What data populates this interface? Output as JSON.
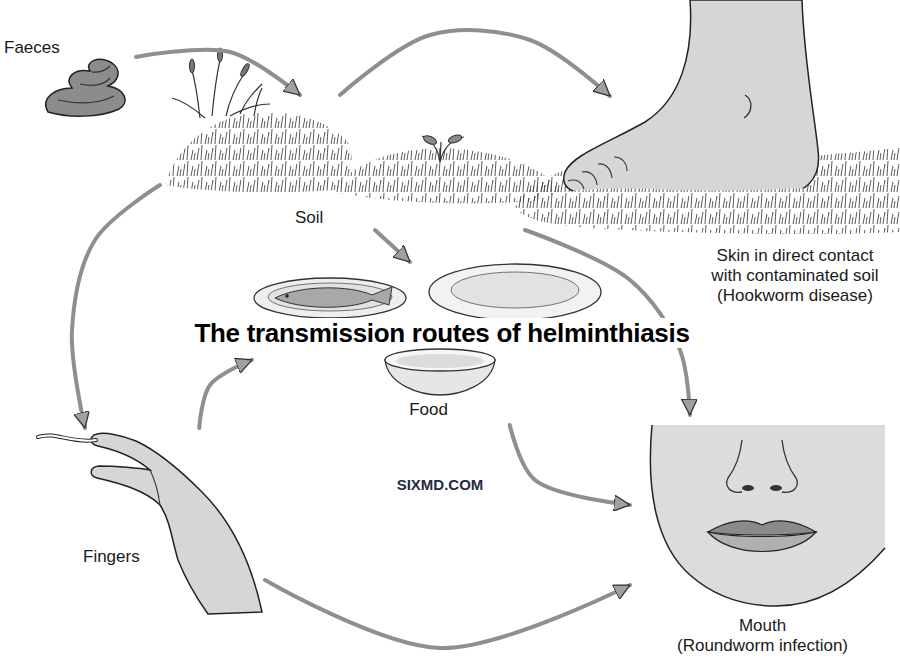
{
  "diagram": {
    "title": "The transmission routes of helminthiasis",
    "nodes": [
      {
        "text": [
          "Faeces"
        ]
      },
      {
        "text": [
          "Soil"
        ]
      },
      {
        "text": [
          "Skin in direct contact with contaminated soil",
          "(Hookworm disease)"
        ]
      },
      {
        "text": [
          "Food"
        ]
      },
      {
        "text": [
          "Fingers"
        ]
      },
      {
        "text": [
          "Mouth",
          "(Roundworm infection)"
        ]
      }
    ],
    "edges": [
      {
        "from": 0,
        "to": 1,
        "arrow": "to"
      },
      {
        "from": 1,
        "to": 2,
        "arrow": "to"
      },
      {
        "from": 1,
        "to": 3,
        "arrow": "to"
      },
      {
        "from": 1,
        "to": 4,
        "arrow": "to"
      },
      {
        "from": 1,
        "to": 5,
        "arrow": "to"
      },
      {
        "from": 4,
        "to": 3,
        "arrow": "to"
      },
      {
        "from": 3,
        "to": 5,
        "arrow": "to"
      },
      {
        "from": 4,
        "to": 5,
        "arrow": "to"
      }
    ],
    "labels": [
      "SIXMD.COM"
    ]
  }
}
